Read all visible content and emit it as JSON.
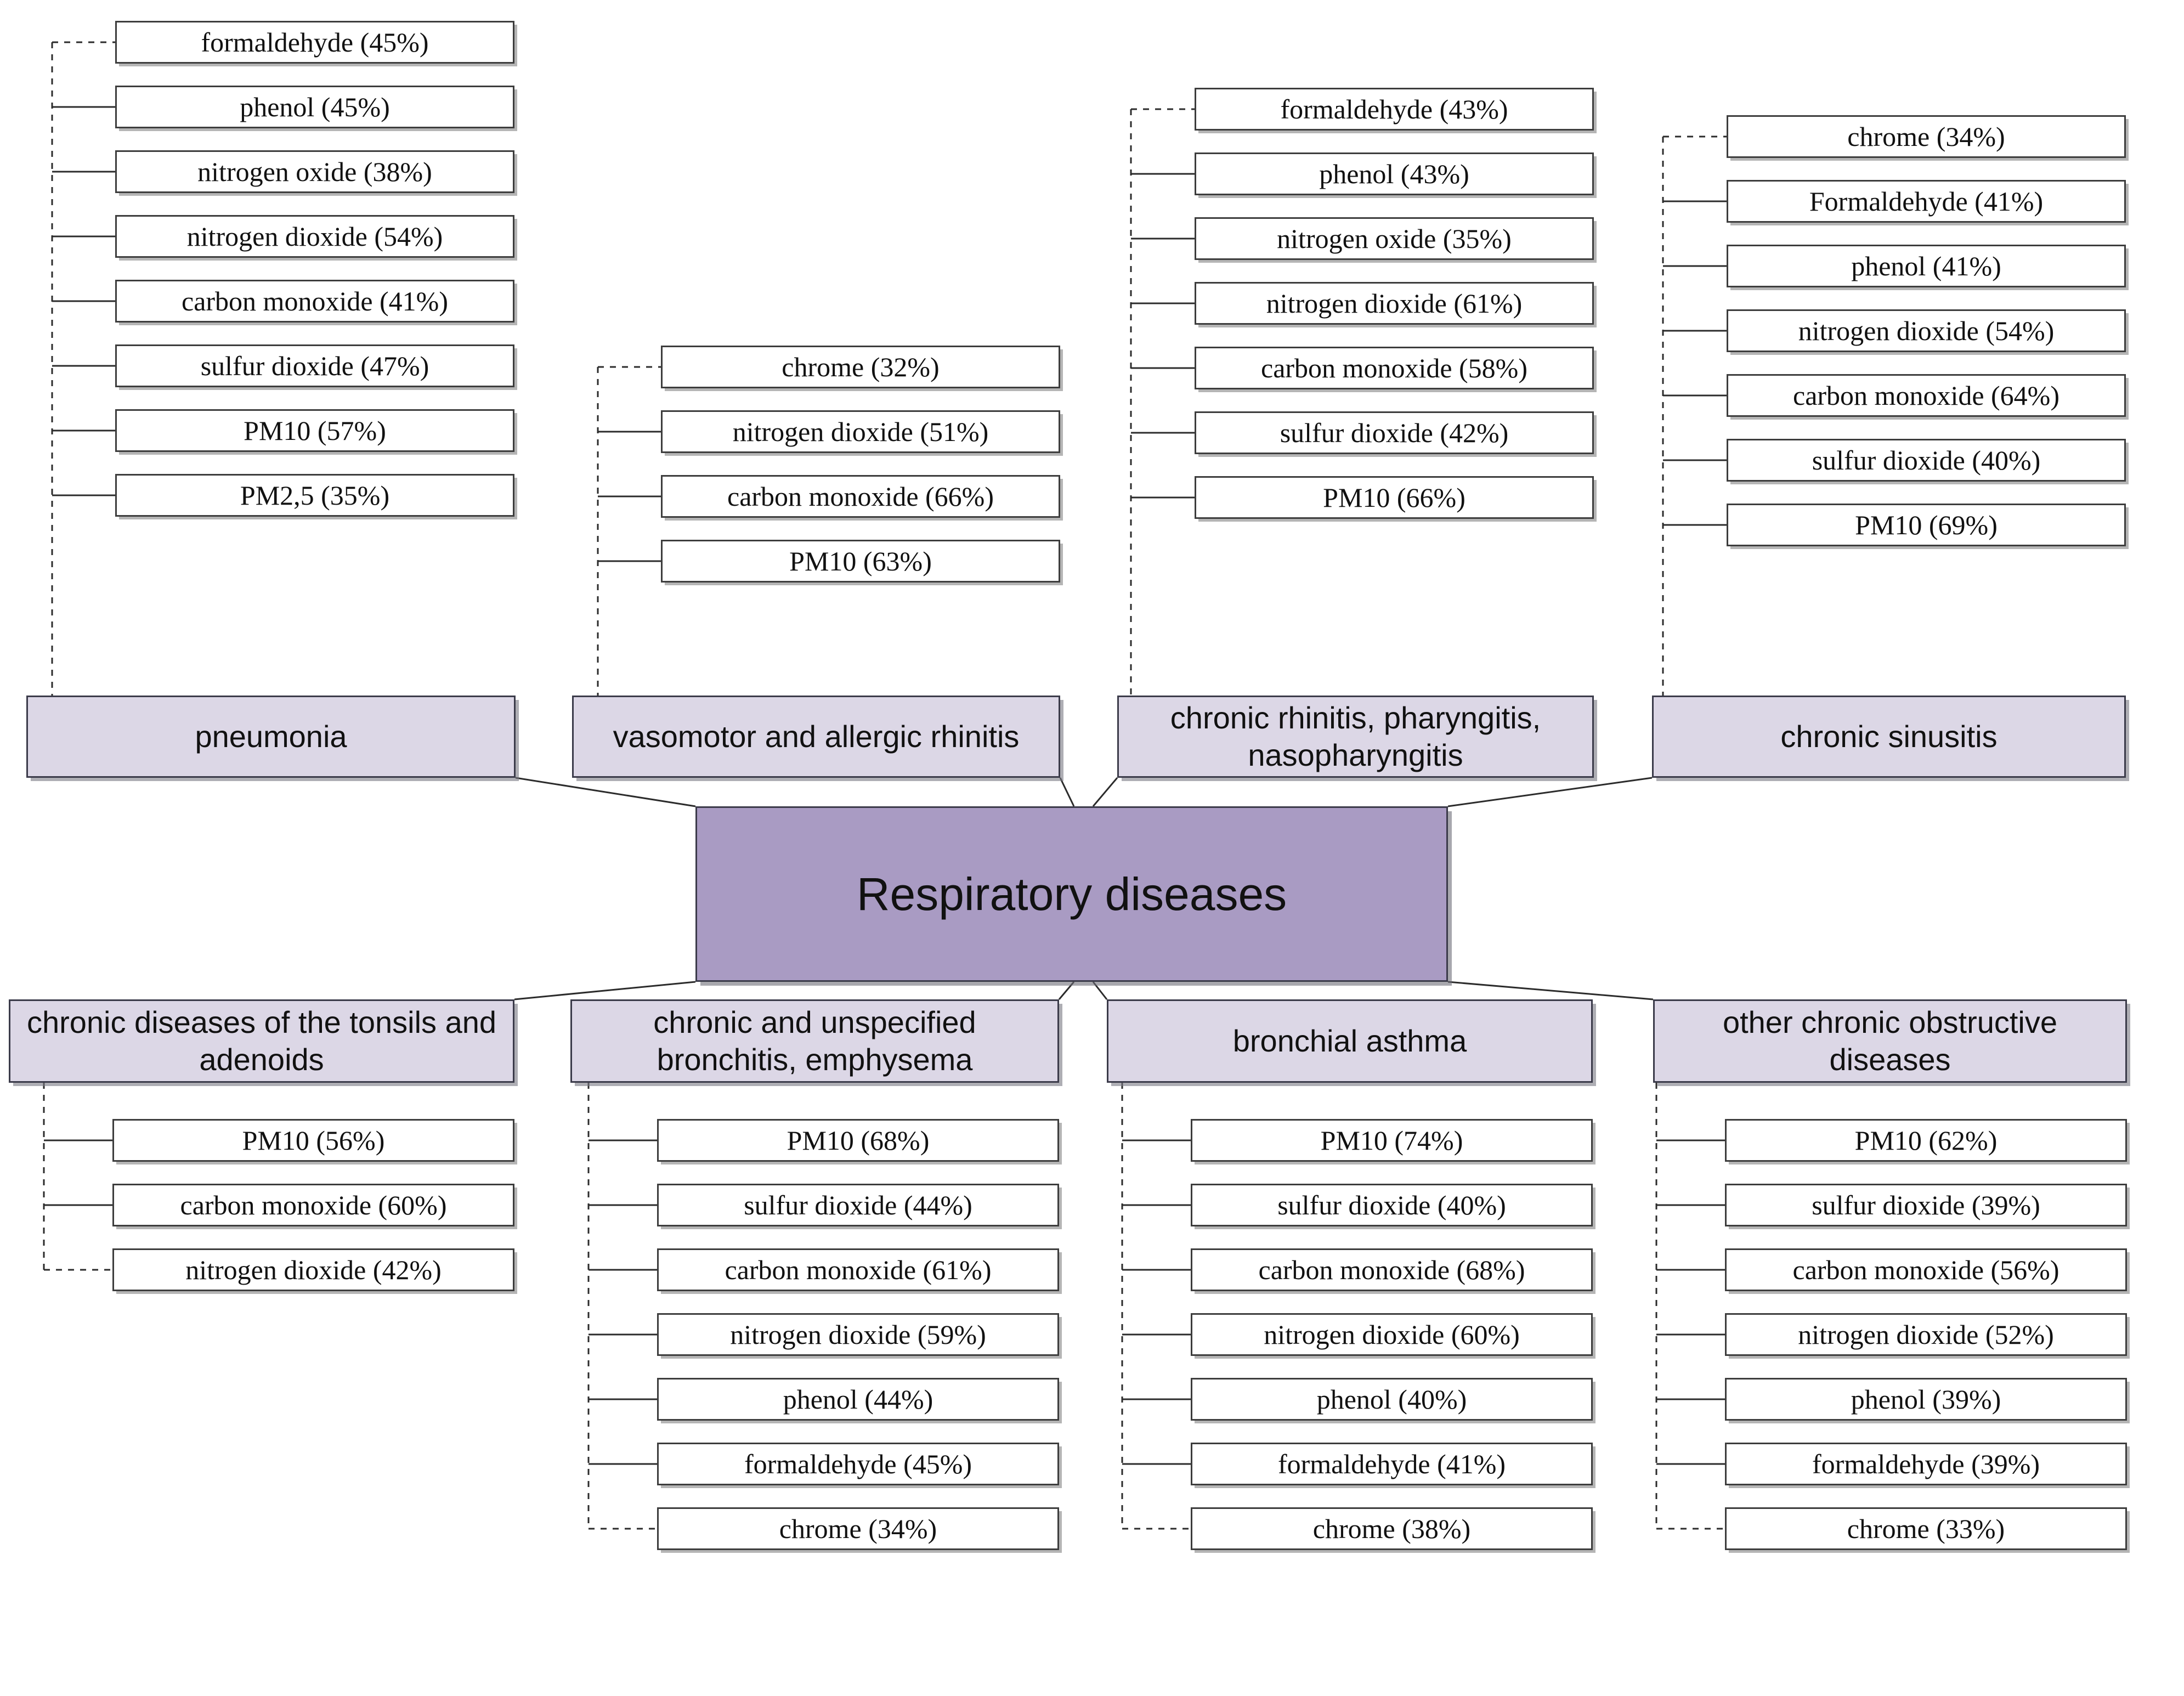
{
  "diagram": {
    "type": "hierarchy-mindmap",
    "root": {
      "label": "Respiratory diseases"
    },
    "colors": {
      "root_fill": "#A99BC3",
      "category_fill": "#DCD7E6",
      "leaf_fill": "#FFFFFF",
      "border": "#3B3B4A",
      "background": "#FFFFFF"
    },
    "top_groups": [
      {
        "id": "pneumonia",
        "label": "pneumonia",
        "factors": [
          {
            "name": "formaldehyde",
            "percent": 45,
            "label": "formaldehyde (45%)"
          },
          {
            "name": "phenol",
            "percent": 45,
            "label": "phenol (45%)"
          },
          {
            "name": "nitrogen oxide",
            "percent": 38,
            "label": "nitrogen oxide (38%)"
          },
          {
            "name": "nitrogen dioxide",
            "percent": 54,
            "label": "nitrogen dioxide (54%)"
          },
          {
            "name": "carbon monoxide",
            "percent": 41,
            "label": "carbon monoxide (41%)"
          },
          {
            "name": "sulfur dioxide",
            "percent": 47,
            "label": "sulfur dioxide (47%)"
          },
          {
            "name": "PM10",
            "percent": 57,
            "label": "PM10 (57%)"
          },
          {
            "name": "PM2,5",
            "percent": 35,
            "label": "PM2,5 (35%)"
          }
        ]
      },
      {
        "id": "vasomotor-allergic-rhinitis",
        "label": "vasomotor and allergic rhinitis",
        "factors": [
          {
            "name": "chrome",
            "percent": 32,
            "label": "chrome (32%)"
          },
          {
            "name": "nitrogen dioxide",
            "percent": 51,
            "label": "nitrogen dioxide (51%)"
          },
          {
            "name": "carbon monoxide",
            "percent": 66,
            "label": "carbon monoxide (66%)"
          },
          {
            "name": "PM10",
            "percent": 63,
            "label": "PM10 (63%)"
          }
        ]
      },
      {
        "id": "chronic-rhinitis-pharyngitis-nasopharyngitis",
        "label": "chronic rhinitis, pharyngitis, nasopharyngitis",
        "factors": [
          {
            "name": "formaldehyde",
            "percent": 43,
            "label": "formaldehyde (43%)"
          },
          {
            "name": "phenol",
            "percent": 43,
            "label": "phenol (43%)"
          },
          {
            "name": "nitrogen oxide",
            "percent": 35,
            "label": "nitrogen oxide (35%)"
          },
          {
            "name": "nitrogen dioxide",
            "percent": 61,
            "label": "nitrogen dioxide (61%)"
          },
          {
            "name": "carbon monoxide",
            "percent": 58,
            "label": "carbon monoxide (58%)"
          },
          {
            "name": "sulfur dioxide",
            "percent": 42,
            "label": "sulfur dioxide (42%)"
          },
          {
            "name": "PM10",
            "percent": 66,
            "label": "PM10 (66%)"
          }
        ]
      },
      {
        "id": "chronic-sinusitis",
        "label": "chronic sinusitis",
        "factors": [
          {
            "name": "chrome",
            "percent": 34,
            "label": "chrome (34%)"
          },
          {
            "name": "Formaldehyde",
            "percent": 41,
            "label": "Formaldehyde (41%)"
          },
          {
            "name": "phenol",
            "percent": 41,
            "label": "phenol (41%)"
          },
          {
            "name": "nitrogen dioxide",
            "percent": 54,
            "label": "nitrogen dioxide (54%)"
          },
          {
            "name": "carbon monoxide",
            "percent": 64,
            "label": "carbon monoxide (64%)"
          },
          {
            "name": "sulfur dioxide",
            "percent": 40,
            "label": "sulfur dioxide (40%)"
          },
          {
            "name": "PM10",
            "percent": 69,
            "label": "PM10 (69%)"
          }
        ]
      }
    ],
    "bottom_groups": [
      {
        "id": "chronic-diseases-tonsils-adenoids",
        "label": "chronic diseases of the tonsils and adenoids",
        "factors": [
          {
            "name": "PM10",
            "percent": 56,
            "label": "PM10 (56%)"
          },
          {
            "name": "carbon monoxide",
            "percent": 60,
            "label": "carbon monoxide (60%)"
          },
          {
            "name": "nitrogen dioxide",
            "percent": 42,
            "label": "nitrogen dioxide (42%)"
          }
        ]
      },
      {
        "id": "chronic-unspecified-bronchitis-emphysema",
        "label": "chronic and unspecified bronchitis, emphysema",
        "factors": [
          {
            "name": "PM10",
            "percent": 68,
            "label": "PM10 (68%)"
          },
          {
            "name": "sulfur dioxide",
            "percent": 44,
            "label": "sulfur dioxide (44%)"
          },
          {
            "name": "carbon monoxide",
            "percent": 61,
            "label": "carbon monoxide (61%)"
          },
          {
            "name": "nitrogen dioxide",
            "percent": 59,
            "label": "nitrogen dioxide (59%)"
          },
          {
            "name": "phenol",
            "percent": 44,
            "label": "phenol (44%)"
          },
          {
            "name": "formaldehyde",
            "percent": 45,
            "label": "formaldehyde (45%)"
          },
          {
            "name": "chrome",
            "percent": 34,
            "label": "chrome (34%)"
          }
        ]
      },
      {
        "id": "bronchial-asthma",
        "label": "bronchial asthma",
        "factors": [
          {
            "name": "PM10",
            "percent": 74,
            "label": "PM10 (74%)"
          },
          {
            "name": "sulfur dioxide",
            "percent": 40,
            "label": "sulfur dioxide (40%)"
          },
          {
            "name": "carbon monoxide",
            "percent": 68,
            "label": "carbon monoxide (68%)"
          },
          {
            "name": "nitrogen dioxide",
            "percent": 60,
            "label": "nitrogen dioxide (60%)"
          },
          {
            "name": "phenol",
            "percent": 40,
            "label": "phenol (40%)"
          },
          {
            "name": "formaldehyde",
            "percent": 41,
            "label": "formaldehyde (41%)"
          },
          {
            "name": "chrome",
            "percent": 38,
            "label": "chrome (38%)"
          }
        ]
      },
      {
        "id": "other-chronic-obstructive-diseases",
        "label": "other chronic obstructive diseases",
        "factors": [
          {
            "name": "PM10",
            "percent": 62,
            "label": "PM10 (62%)"
          },
          {
            "name": "sulfur dioxide",
            "percent": 39,
            "label": "sulfur dioxide (39%)"
          },
          {
            "name": "carbon monoxide",
            "percent": 56,
            "label": "carbon monoxide (56%)"
          },
          {
            "name": "nitrogen dioxide",
            "percent": 52,
            "label": "nitrogen dioxide (52%)"
          },
          {
            "name": "phenol",
            "percent": 39,
            "label": "phenol (39%)"
          },
          {
            "name": "formaldehyde",
            "percent": 39,
            "label": "formaldehyde (39%)"
          },
          {
            "name": "chrome",
            "percent": 33,
            "label": "chrome (33%)"
          }
        ]
      }
    ]
  }
}
